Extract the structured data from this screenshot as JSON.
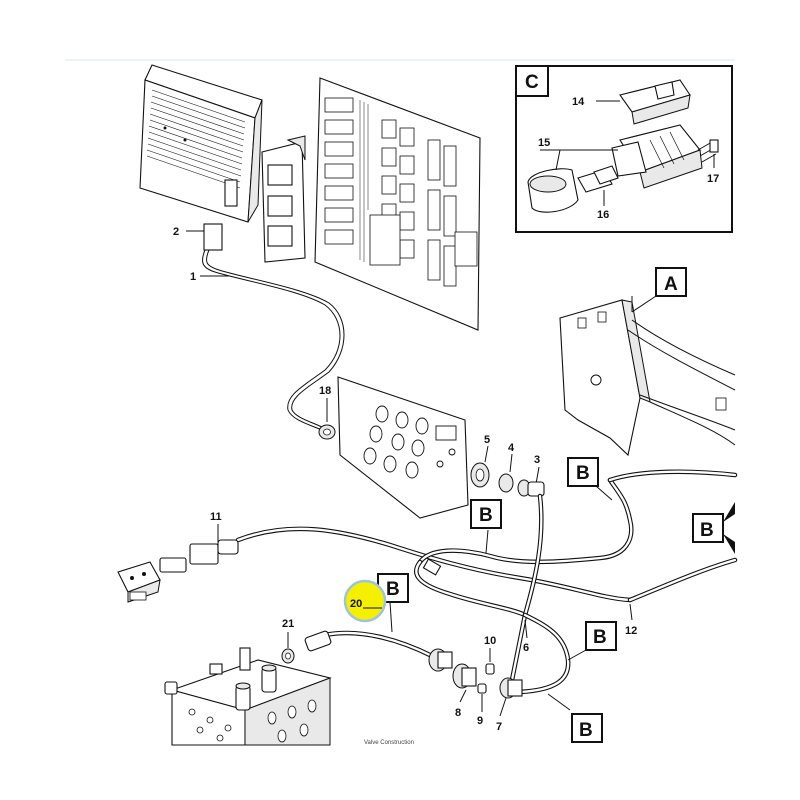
{
  "callouts": {
    "c1": "1",
    "c2": "2",
    "c3": "3",
    "c4": "4",
    "c5": "5",
    "c6": "6",
    "c7": "7",
    "c8": "8",
    "c9": "9",
    "c10": "10",
    "c11": "11",
    "c12": "12",
    "c14": "14",
    "c15": "15",
    "c16": "16",
    "c17": "17",
    "c18": "18",
    "c21": "21"
  },
  "boxes": {
    "A": "A",
    "B": "B",
    "C": "C"
  },
  "highlight": {
    "label": "20",
    "color": "#f5f000",
    "ring": "#9cc4e0"
  },
  "footer_text": "Valve Construction",
  "colors": {
    "line": "#111111",
    "header_rule": "#d8e6f2"
  },
  "icons": [
    "electronic-control-unit",
    "relay-board",
    "connector-detail",
    "valve-block"
  ]
}
